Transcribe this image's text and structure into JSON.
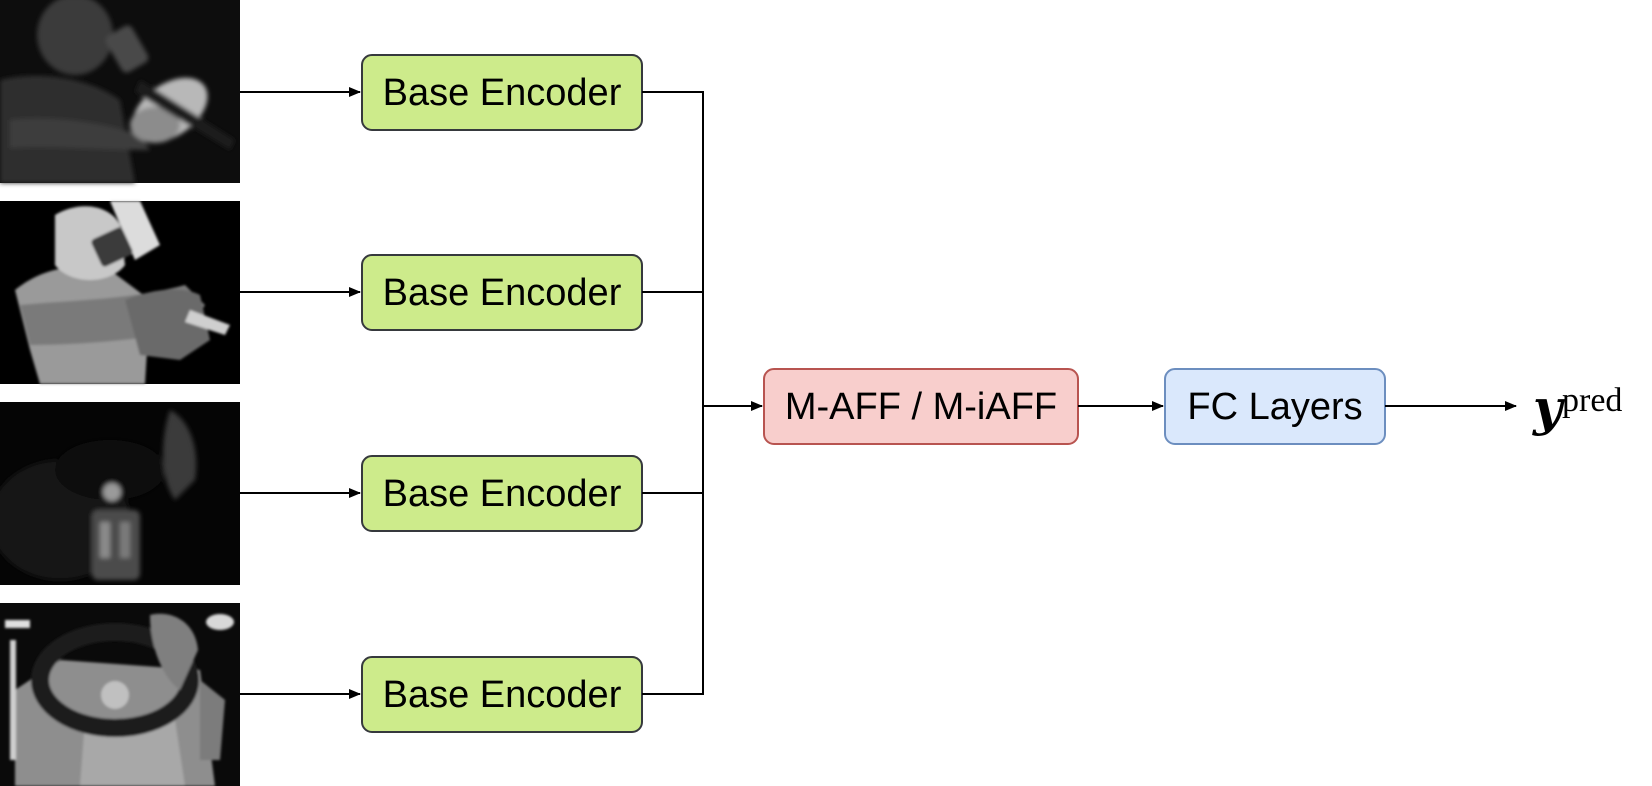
{
  "diagram": {
    "inputs": [
      {
        "kind": "infrared-frame-driver-drinking"
      },
      {
        "kind": "depth-frame-driver-drinking"
      },
      {
        "kind": "infrared-frame-hand-on-gearshift"
      },
      {
        "kind": "depth-frame-hand-on-steering-wheel"
      }
    ],
    "encoders": [
      {
        "label": "Base Encoder"
      },
      {
        "label": "Base Encoder"
      },
      {
        "label": "Base Encoder"
      },
      {
        "label": "Base Encoder"
      }
    ],
    "fusion": {
      "label": "M-AFF / M-iAFF"
    },
    "head": {
      "label": "FC Layers"
    },
    "output": {
      "symbol": "y",
      "superscript": "pred"
    },
    "colors": {
      "encoder_fill": "#cdeb8b",
      "encoder_stroke": "#36393d",
      "fusion_fill": "#f8cecc",
      "fusion_stroke": "#b85450",
      "head_fill": "#dae8fc",
      "head_stroke": "#6c8ebf",
      "wire": "#000000"
    }
  }
}
